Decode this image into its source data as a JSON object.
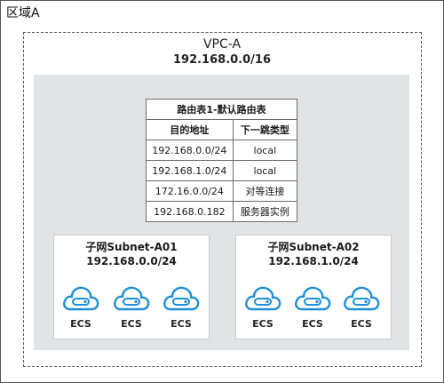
{
  "region": {
    "title": "区域A"
  },
  "vpc": {
    "name": "VPC-A",
    "cidr": "192.168.0.0/16"
  },
  "route_table": {
    "title": "路由表1-默认路由表",
    "headers": [
      "目的地址",
      "下一跳类型"
    ],
    "rows": [
      [
        "192.168.0.0/24",
        "local"
      ],
      [
        "192.168.1.0/24",
        "local"
      ],
      [
        "172.16.0.0/24",
        "对等连接"
      ],
      [
        "192.168.0.182",
        "服务器实例"
      ]
    ]
  },
  "subnets": [
    {
      "name": "子网Subnet-A01",
      "cidr": "192.168.0.0/24",
      "instances": [
        "ECS",
        "ECS",
        "ECS"
      ]
    },
    {
      "name": "子网Subnet-A02",
      "cidr": "192.168.1.0/24",
      "instances": [
        "ECS",
        "ECS",
        "ECS"
      ]
    }
  ],
  "colors": {
    "icon": "#1f8fd8",
    "vpc_area": "#e1e4e6",
    "border": "#555555"
  }
}
